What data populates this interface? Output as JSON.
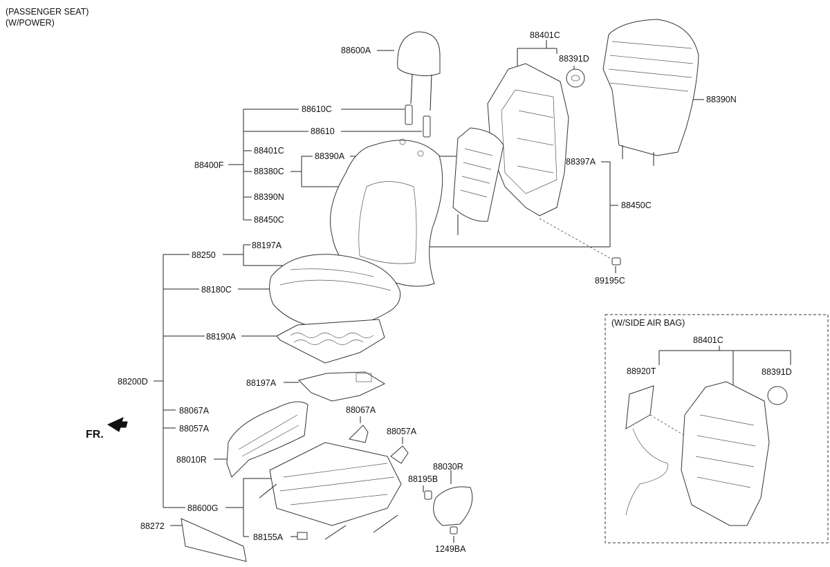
{
  "header": {
    "line1": "(PASSENGER SEAT)",
    "line2": "(W/POWER)"
  },
  "direction_marker": "FR.",
  "inset": {
    "title": "(W/SIDE AIR BAG)"
  },
  "labels": {
    "l_88600A": "88600A",
    "l_88610C": "88610C",
    "l_88610": "88610",
    "l_88401C_a": "88401C",
    "l_88400F": "88400F",
    "l_88380C": "88380C",
    "l_88390A": "88390A",
    "l_88390N_a": "88390N",
    "l_88450C_a": "88450C",
    "l_88401C_b": "88401C",
    "l_88391D_a": "88391D",
    "l_88390N_b": "88390N",
    "l_88397A": "88397A",
    "l_88450C_b": "88450C",
    "l_89195C": "89195C",
    "l_88197A_a": "88197A",
    "l_88250": "88250",
    "l_88180C": "88180C",
    "l_88190A": "88190A",
    "l_88200D": "88200D",
    "l_88197A_b": "88197A",
    "l_88067A_a": "88067A",
    "l_88057A_a": "88057A",
    "l_88067A_b": "88067A",
    "l_88057A_b": "88057A",
    "l_88010R": "88010R",
    "l_88030R": "88030R",
    "l_88195B": "88195B",
    "l_88600G": "88600G",
    "l_88272": "88272",
    "l_88155A": "88155A",
    "l_1249BA": "1249BA",
    "l_88401C_c": "88401C",
    "l_88920T": "88920T",
    "l_88391D_b": "88391D"
  }
}
